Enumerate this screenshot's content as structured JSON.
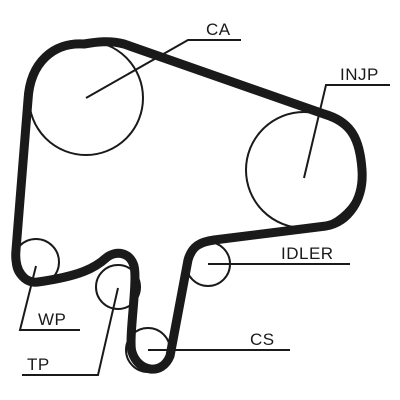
{
  "diagram": {
    "labels": {
      "ca": "CA",
      "injp": "INJP",
      "idler": "IDLER",
      "wp": "WP",
      "tp": "TP",
      "cs": "CS"
    },
    "colors": {
      "belt": "#1a1a1a",
      "pulley_stroke": "#1a1a1a",
      "leader": "#1a1a1a",
      "background": "#ffffff"
    }
  }
}
